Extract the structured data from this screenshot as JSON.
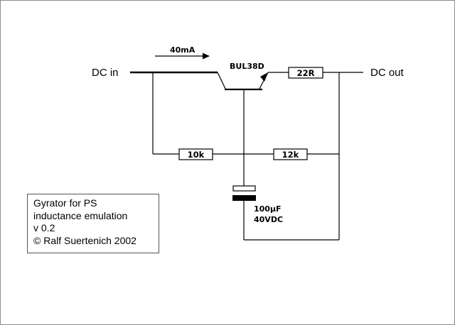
{
  "labels": {
    "dc_in": "DC in",
    "dc_out": "DC out",
    "current": "40mA",
    "transistor": "BUL38D",
    "r_out": "22R",
    "r_base_left": "10k",
    "r_base_right": "12k",
    "capacitor_value": "100µF",
    "capacitor_voltage": "40VDC"
  },
  "note": {
    "lines": [
      "Gyrator for PS",
      "inductance emulation",
      "v 0.2",
      "© Ralf Suertenich 2002"
    ]
  },
  "colors": {
    "wire": "#000000",
    "resistor_fill": "#ffffff",
    "frame": "#8c8c8c"
  }
}
